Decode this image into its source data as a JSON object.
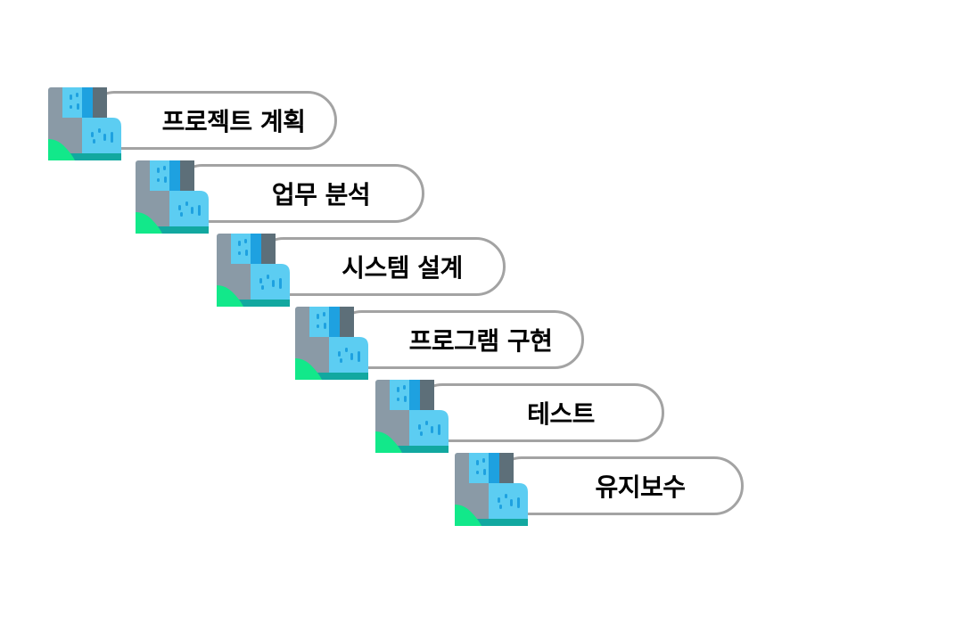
{
  "colors": {
    "pill_border": "#a3a3a3",
    "rock_gray": "#8a9aa6",
    "rock_dark": "#5d6f79",
    "water_light": "#5ccdf2",
    "water_blue": "#1ea1e0",
    "pool_teal": "#12a8a0",
    "grass_green": "#12e88a"
  },
  "steps": [
    {
      "label": "프로젝트 계획",
      "icon": "waterfall-icon"
    },
    {
      "label": "업무 분석",
      "icon": "waterfall-icon"
    },
    {
      "label": "시스템 설계",
      "icon": "waterfall-icon"
    },
    {
      "label": "프로그램 구현",
      "icon": "waterfall-icon"
    },
    {
      "label": "테스트",
      "icon": "waterfall-icon"
    },
    {
      "label": "유지보수",
      "icon": "waterfall-icon"
    }
  ]
}
